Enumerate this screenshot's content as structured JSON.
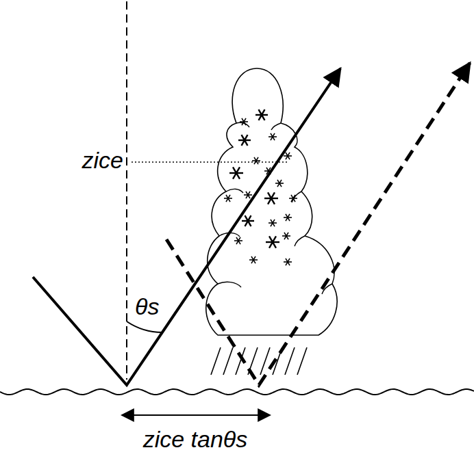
{
  "diagram": {
    "labels": [
      "zice",
      "θs",
      "zice tanθs"
    ]
  }
}
